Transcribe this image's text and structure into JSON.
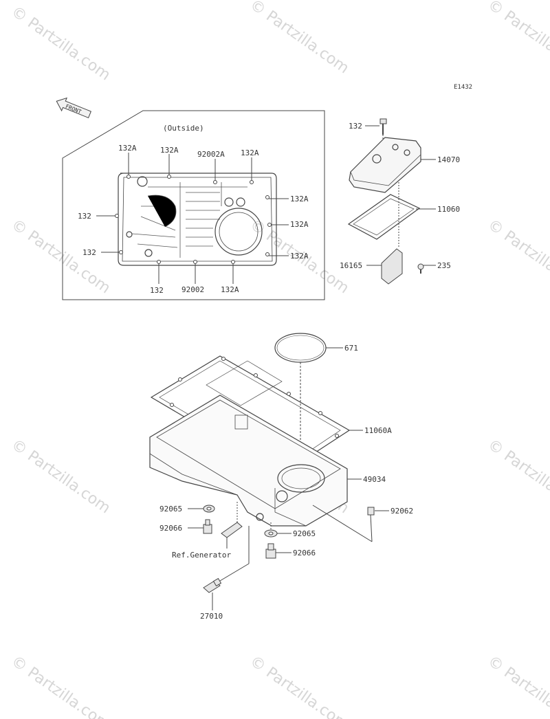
{
  "diagram_code": "E1432",
  "front_label": "FRONT",
  "outside_label": "(Outside)",
  "watermark": "© Partzilla.com",
  "callouts": {
    "c132a_1": "132A",
    "c132a_2": "132A",
    "c92002a": "92002A",
    "c132a_3": "132A",
    "c132a_4": "132A",
    "c132a_5": "132A",
    "c132a_6": "132A",
    "c132_left1": "132",
    "c132_left2": "132",
    "c132_bottom": "132",
    "c92002": "92002",
    "c132a_bottom": "132A",
    "c132_bolt": "132",
    "c14070": "14070",
    "c11060": "11060",
    "c16165": "16165",
    "c235": "235",
    "c671": "671",
    "c11060a": "11060A",
    "c49034": "49034",
    "c92065_left": "92065",
    "c92066_left": "92066",
    "c92062": "92062",
    "c92065_right": "92065",
    "c92066_right": "92066",
    "ref_generator": "Ref.Generator",
    "c27010": "27010"
  },
  "colors": {
    "line": "#444444",
    "watermark": "#d6d6d6",
    "fill": "#e6e6e6"
  }
}
